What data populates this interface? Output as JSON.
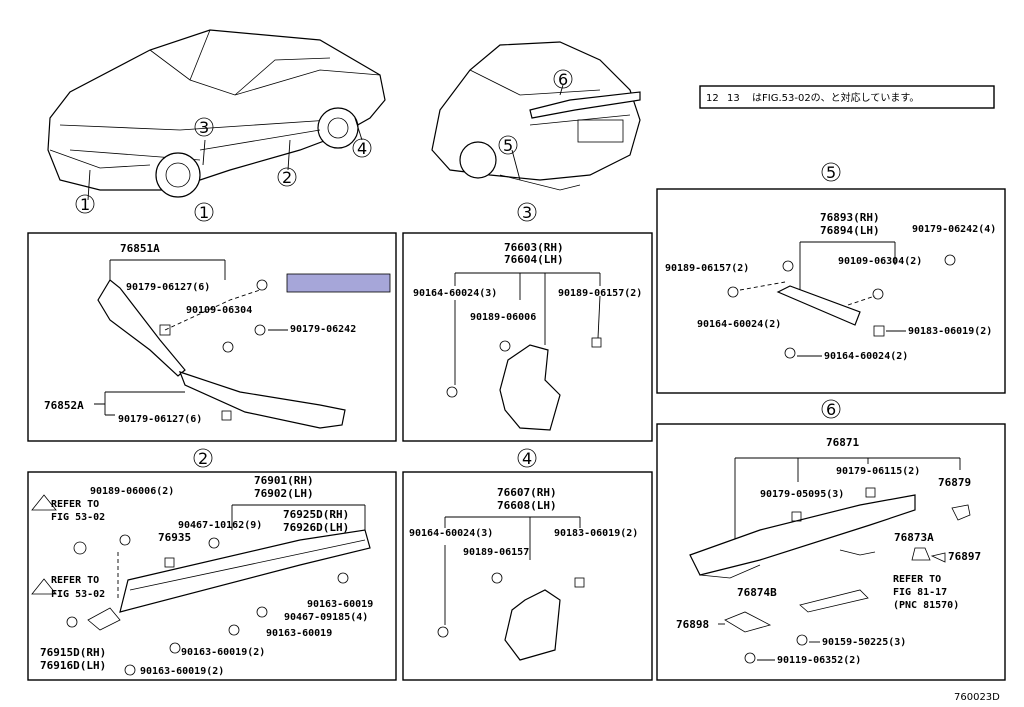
{
  "callouts": {
    "c1": "1",
    "c2": "2",
    "c3": "3",
    "c4": "4",
    "c5": "5",
    "c6": "6"
  },
  "note": {
    "text": "はFIG.53-02の、と対応しています。",
    "tag12": "12",
    "tag13": "13"
  },
  "panel1": {
    "p76851A": "76851A",
    "p90179_06127_6": "90179-06127(6)",
    "p90109_06304": "90109-06304",
    "p90179_06242": "90179-06242",
    "p76852A": "76852A",
    "p90179_06127_6b": "90179-06127(6)",
    "highlight_color": "#a6a6d9"
  },
  "panel2": {
    "p90189_06006_2": "90189-06006(2)",
    "p76901": "76901(RH)",
    "p76902": "76902(LH)",
    "refer_to": "REFER TO",
    "fig53": "FIG 53-02",
    "p90467_10162": "90467-10162(9)",
    "p76925D": "76925D(RH)",
    "p76926D": "76926D(LH)",
    "p76935": "76935",
    "refer_to2": "REFER TO",
    "fig53b": "FIG 53-02",
    "p90163_60019": "90163-60019",
    "p90467_09185": "90467-09185(4)",
    "p90163_60019b": "90163-60019",
    "p90163_60019_2": "90163-60019(2)",
    "p76915D": "76915D(RH)",
    "p76916D": "76916D(LH)",
    "p90163_60019_2b": "90163-60019(2)"
  },
  "panel3": {
    "p76603": "76603(RH)",
    "p76604": "76604(LH)",
    "p90164_60024_3": "90164-60024(3)",
    "p90189_06157_2": "90189-06157(2)",
    "p90189_06006": "90189-06006"
  },
  "panel4": {
    "p76607": "76607(RH)",
    "p76608": "76608(LH)",
    "p90164_60024_3": "90164-60024(3)",
    "p90183_06019_2": "90183-06019(2)",
    "p90189_06157": "90189-06157"
  },
  "panel5": {
    "p76893": "76893(RH)",
    "p76894": "76894(LH)",
    "p90179_06242_4": "90179-06242(4)",
    "p90189_06157_2": "90189-06157(2)",
    "p90109_06304_2": "90109-06304(2)",
    "p90164_60024_2": "90164-60024(2)",
    "p90183_06019_2": "90183-06019(2)",
    "p90164_60024_2b": "90164-60024(2)"
  },
  "panel6": {
    "p76871": "76871",
    "p90179_06115_2": "90179-06115(2)",
    "p90179_05095_3": "90179-05095(3)",
    "p76879": "76879",
    "p76873A": "76873A",
    "p76897": "76897",
    "refer_to": "REFER TO",
    "fig81": "FIG 81-17",
    "pnc": "(PNC 81570)",
    "p76874B": "76874B",
    "p76898": "76898",
    "p90159_50225_3": "90159-50225(3)",
    "p90119_06352_2": "90119-06352(2)"
  },
  "footer": {
    "code": "760023D"
  }
}
